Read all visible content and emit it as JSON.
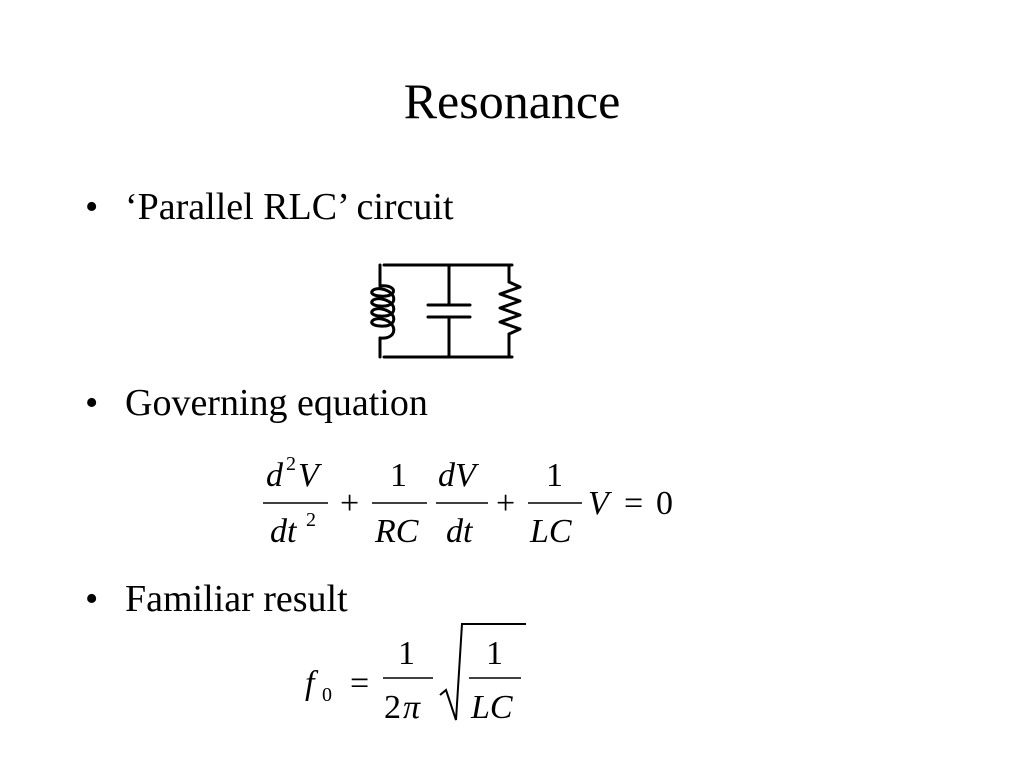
{
  "title": "Resonance",
  "bullets": [
    {
      "marker": "•",
      "text": "‘Parallel RLC’ circuit"
    },
    {
      "marker": "•",
      "text": "Governing equation"
    },
    {
      "marker": "•",
      "text": "Familiar result"
    }
  ],
  "circuit": {
    "components": [
      "inductor-icon",
      "capacitor-icon",
      "resistor-icon"
    ]
  },
  "governing_equation": {
    "term1_numerator_base": "d",
    "term1_numerator_exp": "2",
    "term1_numerator_var": "V",
    "term1_denominator_base": "dt",
    "term1_denominator_exp": "2",
    "plus1": "+",
    "term2_coef_num": "1",
    "term2_coef_den": "RC",
    "term2_numerator": "dV",
    "term2_denominator": "dt",
    "plus2": "+",
    "term3_coef_num": "1",
    "term3_coef_den": "LC",
    "term3_var": "V",
    "equals": "=",
    "rhs": "0"
  },
  "familiar_result": {
    "lhs_symbol": "f",
    "lhs_subscript": "0",
    "equals": "=",
    "frac_num": "1",
    "frac_den_num": "2",
    "frac_den_pi": "π",
    "sqrt_num": "1",
    "sqrt_den": "LC"
  }
}
